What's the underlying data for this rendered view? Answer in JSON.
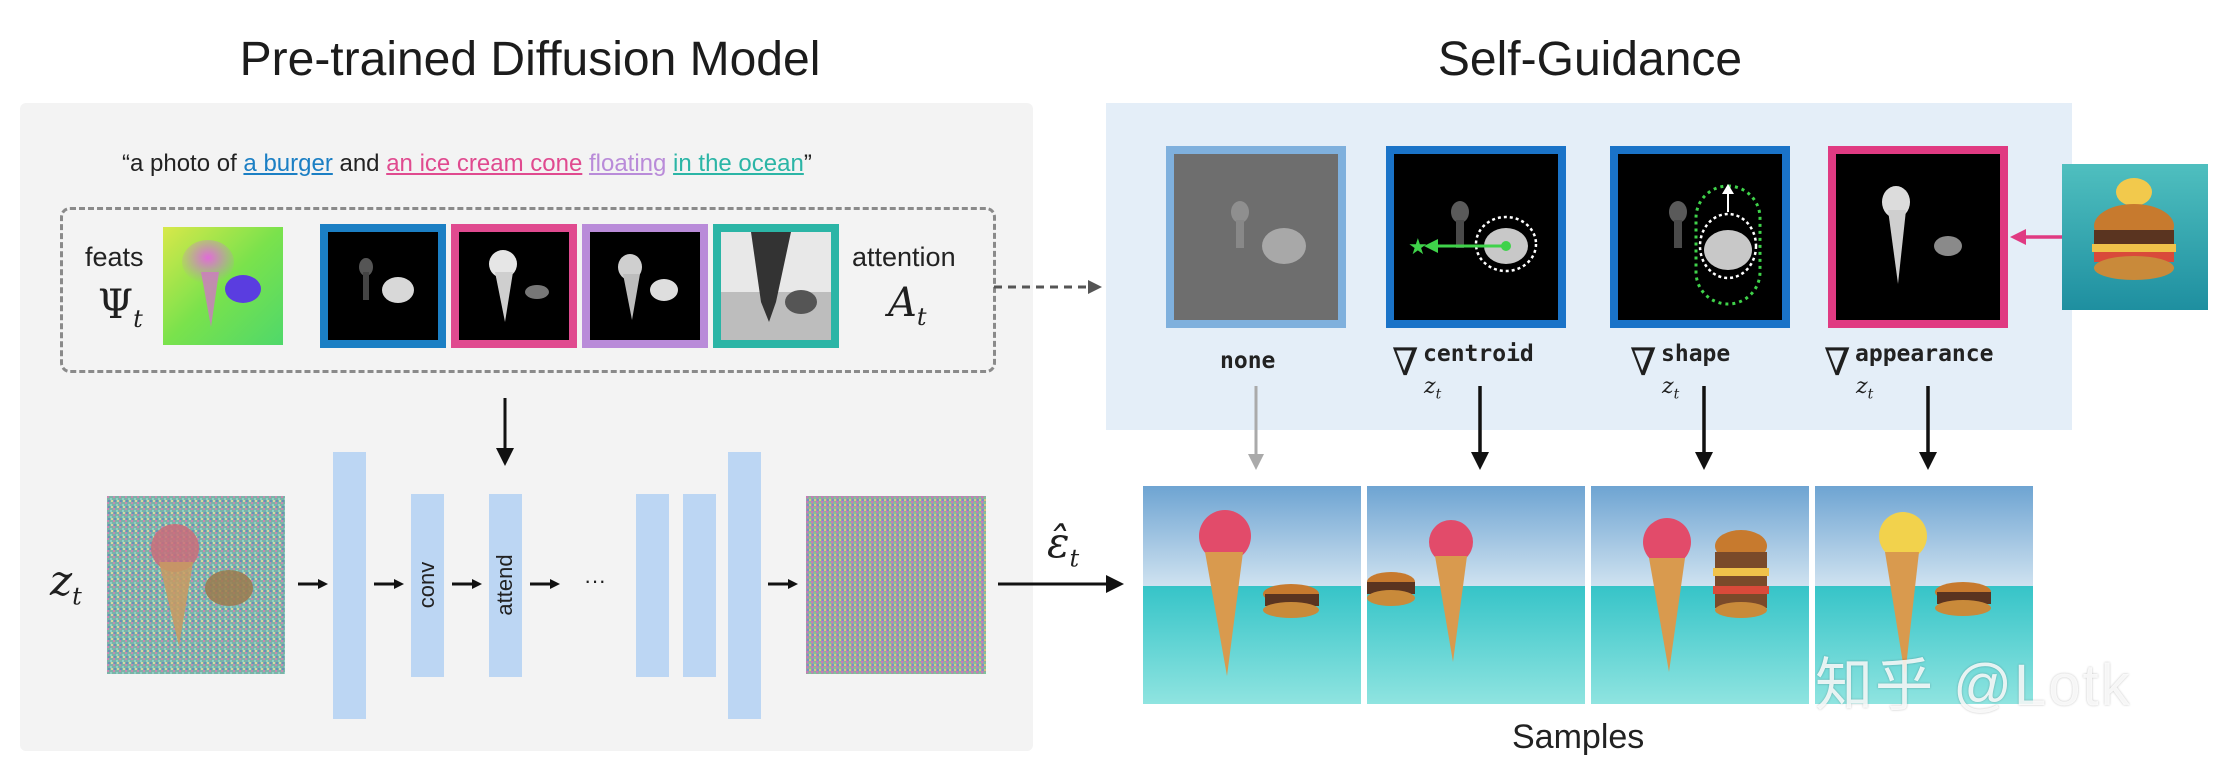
{
  "titles": {
    "left": "Pre-trained Diffusion Model",
    "right": "Self-Guidance",
    "samples": "Samples"
  },
  "prompt": {
    "open_quote": "“a photo of ",
    "token_burger": "a burger",
    "and": " and ",
    "token_icecream": "an ice cream cone",
    "space1": " ",
    "token_floating": "floating",
    "space2": " ",
    "token_ocean": "in the ocean",
    "close_quote": "”"
  },
  "features": {
    "feats_label": "feats",
    "feats_symbol": "Ψ",
    "feats_sub": "t",
    "attention_label": "attention",
    "attention_symbol": "A",
    "attention_sub": "t"
  },
  "colors": {
    "burger": "#1b7fc4",
    "icecream": "#e04a8f",
    "floating": "#b98bd9",
    "ocean": "#2bb5a6",
    "guidance_none_border": "#7fb0dd",
    "guidance_border": "#1a73c8",
    "appearance_border": "#e03a82",
    "arrow_gray": "#aaaaaa",
    "arrow_green": "#3fd24a",
    "block_blue": "#bcd6f3"
  },
  "network": {
    "input_symbol": "z",
    "input_sub": "t",
    "conv_label": "conv",
    "attend_label": "attend",
    "ellipsis": "···",
    "output_symbol": "ε̂",
    "output_sub": "t"
  },
  "guidance": {
    "none_label": "none",
    "nabla": "∇",
    "z_sub": "z",
    "t_sub": "t",
    "centroid_label": "centroid",
    "shape_label": "shape",
    "appearance_label": "appearance"
  },
  "watermark": "知乎 @Lotk"
}
